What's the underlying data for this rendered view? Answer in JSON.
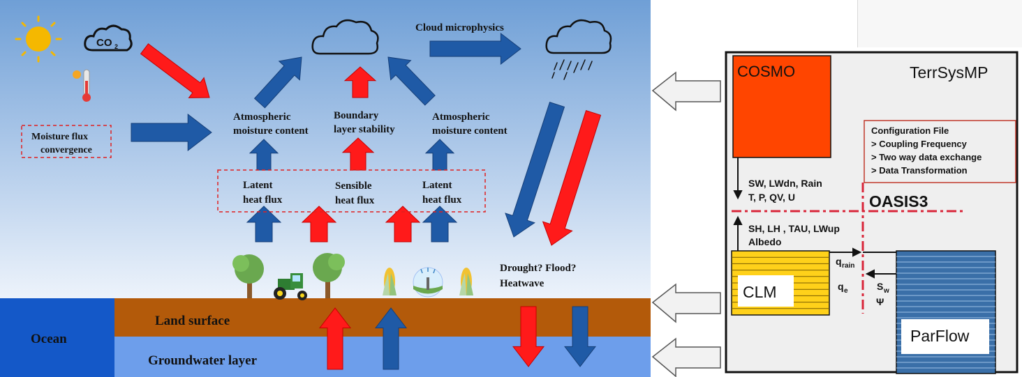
{
  "left": {
    "labels": {
      "cloud_microphysics": "Cloud microphysics",
      "atm_moist_left_1": "Atmospheric",
      "atm_moist_left_2": "moisture content",
      "boundary_1": "Boundary",
      "boundary_2": "layer stability",
      "atm_moist_right_1": "Atmospheric",
      "atm_moist_right_2": "moisture content",
      "moisture_flux_1": "Moisture flux",
      "moisture_flux_2": "convergence",
      "latent_left_1": "Latent",
      "latent_left_2": "heat flux",
      "sensible_1": "Sensible",
      "sensible_2": "heat flux",
      "latent_right_1": "Latent",
      "latent_right_2": "heat flux",
      "drought_1": "Drought? Flood?",
      "drought_2": "Heatwave",
      "land_surface": "Land surface",
      "groundwater": "Groundwater layer",
      "ocean": "Ocean",
      "co2": "CO",
      "co2_sub": "2"
    },
    "colors": {
      "sky_top": "#6f9fd6",
      "sky_bottom": "#e8f0fa",
      "blue_arrow": "#1f5aa6",
      "red_arrow": "#ff1a1a",
      "land": "#b35a0a",
      "groundwater": "#6d9eeb",
      "ocean": "#1458c8"
    }
  },
  "right": {
    "title": "TerrSysMP",
    "cosmo": "COSMO",
    "config": [
      "Configuration File",
      "> Coupling Frequency",
      "> Two way data exchange",
      "> Data Transformation"
    ],
    "down_vars_1": "SW, LWdn, Rain",
    "down_vars_2": "T, P, QV, U",
    "oasis": "OASIS3",
    "up_vars_1": "SH, LH , TAU, LWup",
    "up_vars_2": "Albedo",
    "clm": "CLM",
    "parflow": "ParFlow",
    "q_rain": "q",
    "q_rain_sub": "rain",
    "q_e": "q",
    "q_e_sub": "e",
    "s_w": "S",
    "s_w_sub": "w",
    "psi": "Ψ",
    "colors": {
      "panel_bg": "#efefef",
      "cosmo": "#ff4500",
      "clm": "#ffd11a",
      "parflow": "#3a6fa8",
      "oasis_line": "#d9263a"
    }
  }
}
